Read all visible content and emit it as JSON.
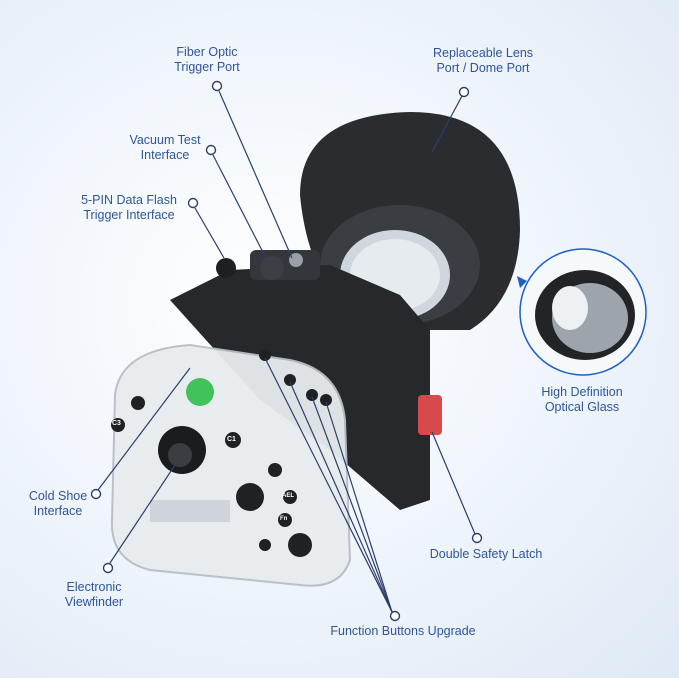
{
  "labels": {
    "fiber_optic": [
      "Fiber Optic",
      "Trigger Port"
    ],
    "lens_port": [
      "Replaceable Lens",
      "Port / Dome Port"
    ],
    "vacuum_test": [
      "Vacuum Test",
      "Interface"
    ],
    "five_pin": [
      "5-PIN Data Flash",
      "Trigger Interface"
    ],
    "optical_glass": [
      "High Definition",
      "Optical Glass"
    ],
    "cold_shoe": [
      "Cold Shoe",
      "Interface"
    ],
    "viewfinder": [
      "Electronic",
      "Viewfinder"
    ],
    "safety_latch": "Double Safety Latch",
    "function_buttons": "Function Buttons Upgrade"
  },
  "button_marks": [
    "C3",
    "C1",
    "AEL",
    "Fn"
  ],
  "colors": {
    "label": "#2f5597",
    "leader": "#2b3f6b",
    "accent": "#1f5fbf"
  }
}
